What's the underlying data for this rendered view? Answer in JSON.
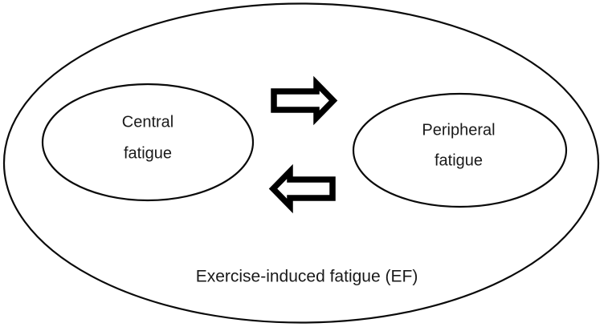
{
  "diagram": {
    "title": "Exercise-induced fatigue (EF)",
    "background_color": "#ffffff",
    "stroke_color": "#0a0a0a",
    "text_color": "#1a1a1a",
    "outer_container": {
      "shape": "ellipse",
      "label": "Exercise-induced fatigue (EF)"
    },
    "nodes": [
      {
        "id": "central-fatigue",
        "shape": "ellipse",
        "label_line1": "Central",
        "label_line2": "fatigue"
      },
      {
        "id": "peripheral-fatigue",
        "shape": "ellipse",
        "label_line1": "Peripheral",
        "label_line2": "fatigue"
      }
    ],
    "arrows": [
      {
        "id": "central-to-peripheral",
        "icon": "block-arrow-right-icon",
        "direction": "right",
        "from": "central-fatigue",
        "to": "peripheral-fatigue",
        "style": "hollow-block-arrow"
      },
      {
        "id": "peripheral-to-central",
        "icon": "block-arrow-left-icon",
        "direction": "left",
        "from": "peripheral-fatigue",
        "to": "central-fatigue",
        "style": "hollow-block-arrow"
      }
    ]
  }
}
